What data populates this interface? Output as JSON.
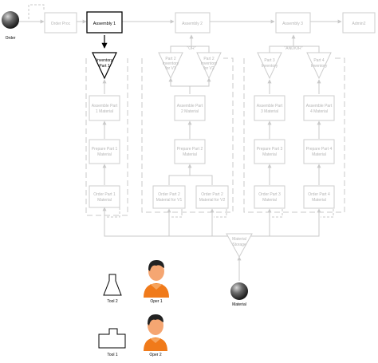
{
  "diagram": {
    "nodes": {
      "order": "Order",
      "order_proc": "Order Proc",
      "assembly1": "Assembly 1",
      "assembly2": "Assembly 2",
      "assembly3": "Assembly 3",
      "admin2": "Admin2",
      "inventory1": [
        "Inventory",
        "Part 1"
      ],
      "inventory2": [
        "Part 2",
        "Inventory",
        "for V1"
      ],
      "inventory2b": [
        "Part 2",
        "Inventory",
        "for V2"
      ],
      "inventory3": [
        "Part 3",
        "Inventory"
      ],
      "inventory4": [
        "Part 4",
        "Inventory"
      ],
      "or_label": "\"OR\"",
      "andor_label": "\"AND/OR\"",
      "assemble1": [
        "Assemble Part",
        "1 Material"
      ],
      "assemble2": [
        "Assemble Part",
        "2 Material"
      ],
      "assemble3": [
        "Assemble Part",
        "3 Material"
      ],
      "assemble4": [
        "Assemble Part",
        "4 Material"
      ],
      "prepare1": [
        "Prepare Part 1",
        "Material"
      ],
      "prepare2": [
        "Prepare Part 2",
        "Material"
      ],
      "prepare3": [
        "Prepare Part 3",
        "Material"
      ],
      "prepare4": [
        "Prepare Part 4",
        "Material"
      ],
      "order1": [
        "Order Part 1",
        "Material"
      ],
      "order2a": [
        "Order Part 2",
        "Material for V1"
      ],
      "order2b": [
        "Order Part 2",
        "Material for V2"
      ],
      "order3": [
        "Order Part 3",
        "Material"
      ],
      "order4": [
        "Order Part 4",
        "Material"
      ],
      "material_storage": [
        "Material",
        "Storage"
      ],
      "material": "Material",
      "tool2": "Tool 2",
      "oper1": "Oper 1",
      "tool1": "Tool 1",
      "oper2": "Oper 2"
    },
    "colors": {
      "highlight": "#000000",
      "faint": "#c8c8c8",
      "person_skin": "#f07a1a",
      "person_hair": "#222222",
      "sphere": "#555555"
    }
  }
}
